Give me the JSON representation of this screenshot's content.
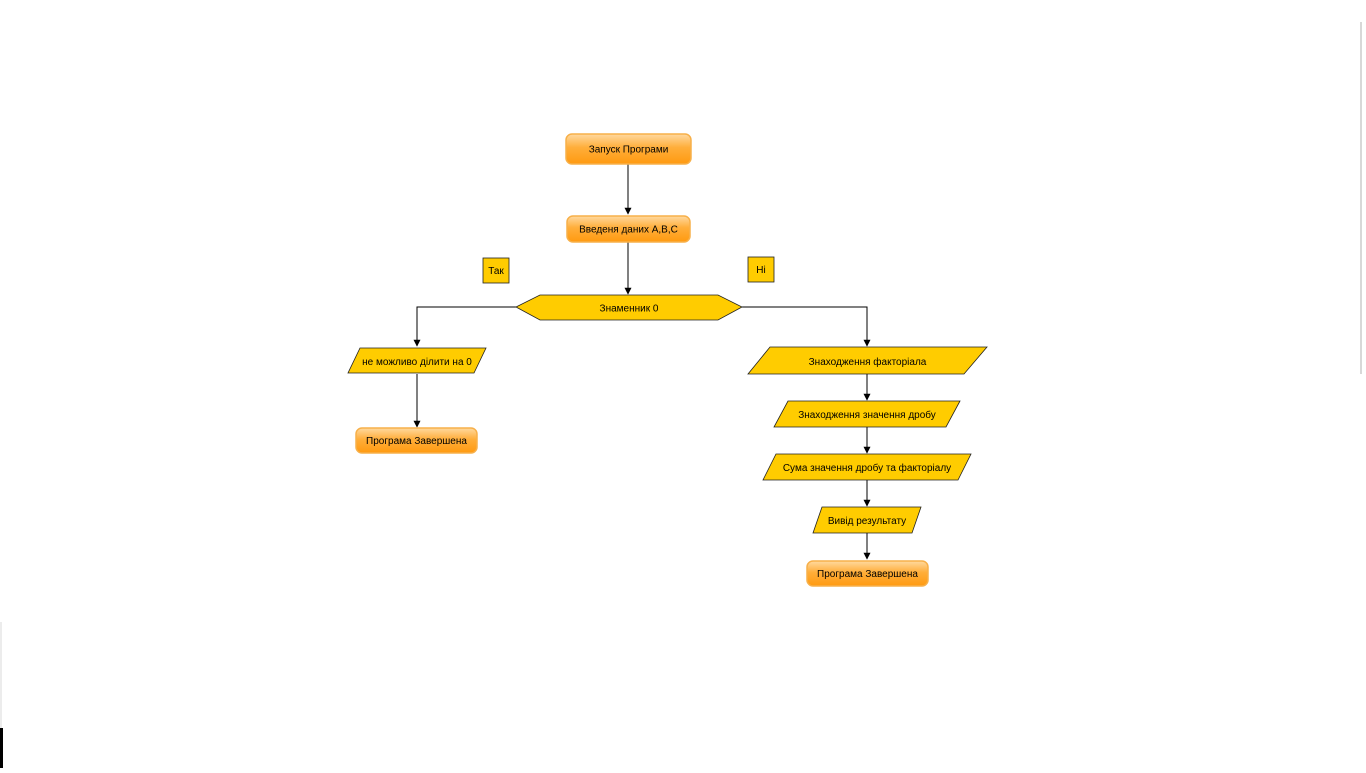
{
  "flowchart": {
    "start": "Запуск Програми",
    "input": "Введеня даних А,В,С",
    "condition": "Знаменник 0",
    "yes_label": "Так",
    "no_label": "Ні",
    "yes_branch": {
      "message": "не можливо ділити на 0",
      "end": "Програма Завершена"
    },
    "no_branch": {
      "step1": "Знаходження факторіала",
      "step2": "Знаходження значення дробу",
      "step3": "Сума значення дробу та факторіалу",
      "output": "Вивід результату",
      "end": "Програма Завершена"
    }
  },
  "colors": {
    "terminal_fill_top": "#ffc870",
    "terminal_fill_bottom": "#ff9a1a",
    "terminal_stroke": "#f7a83a",
    "shape_fill": "#ffcc00",
    "shape_stroke": "#222222",
    "connector": "#000000"
  }
}
